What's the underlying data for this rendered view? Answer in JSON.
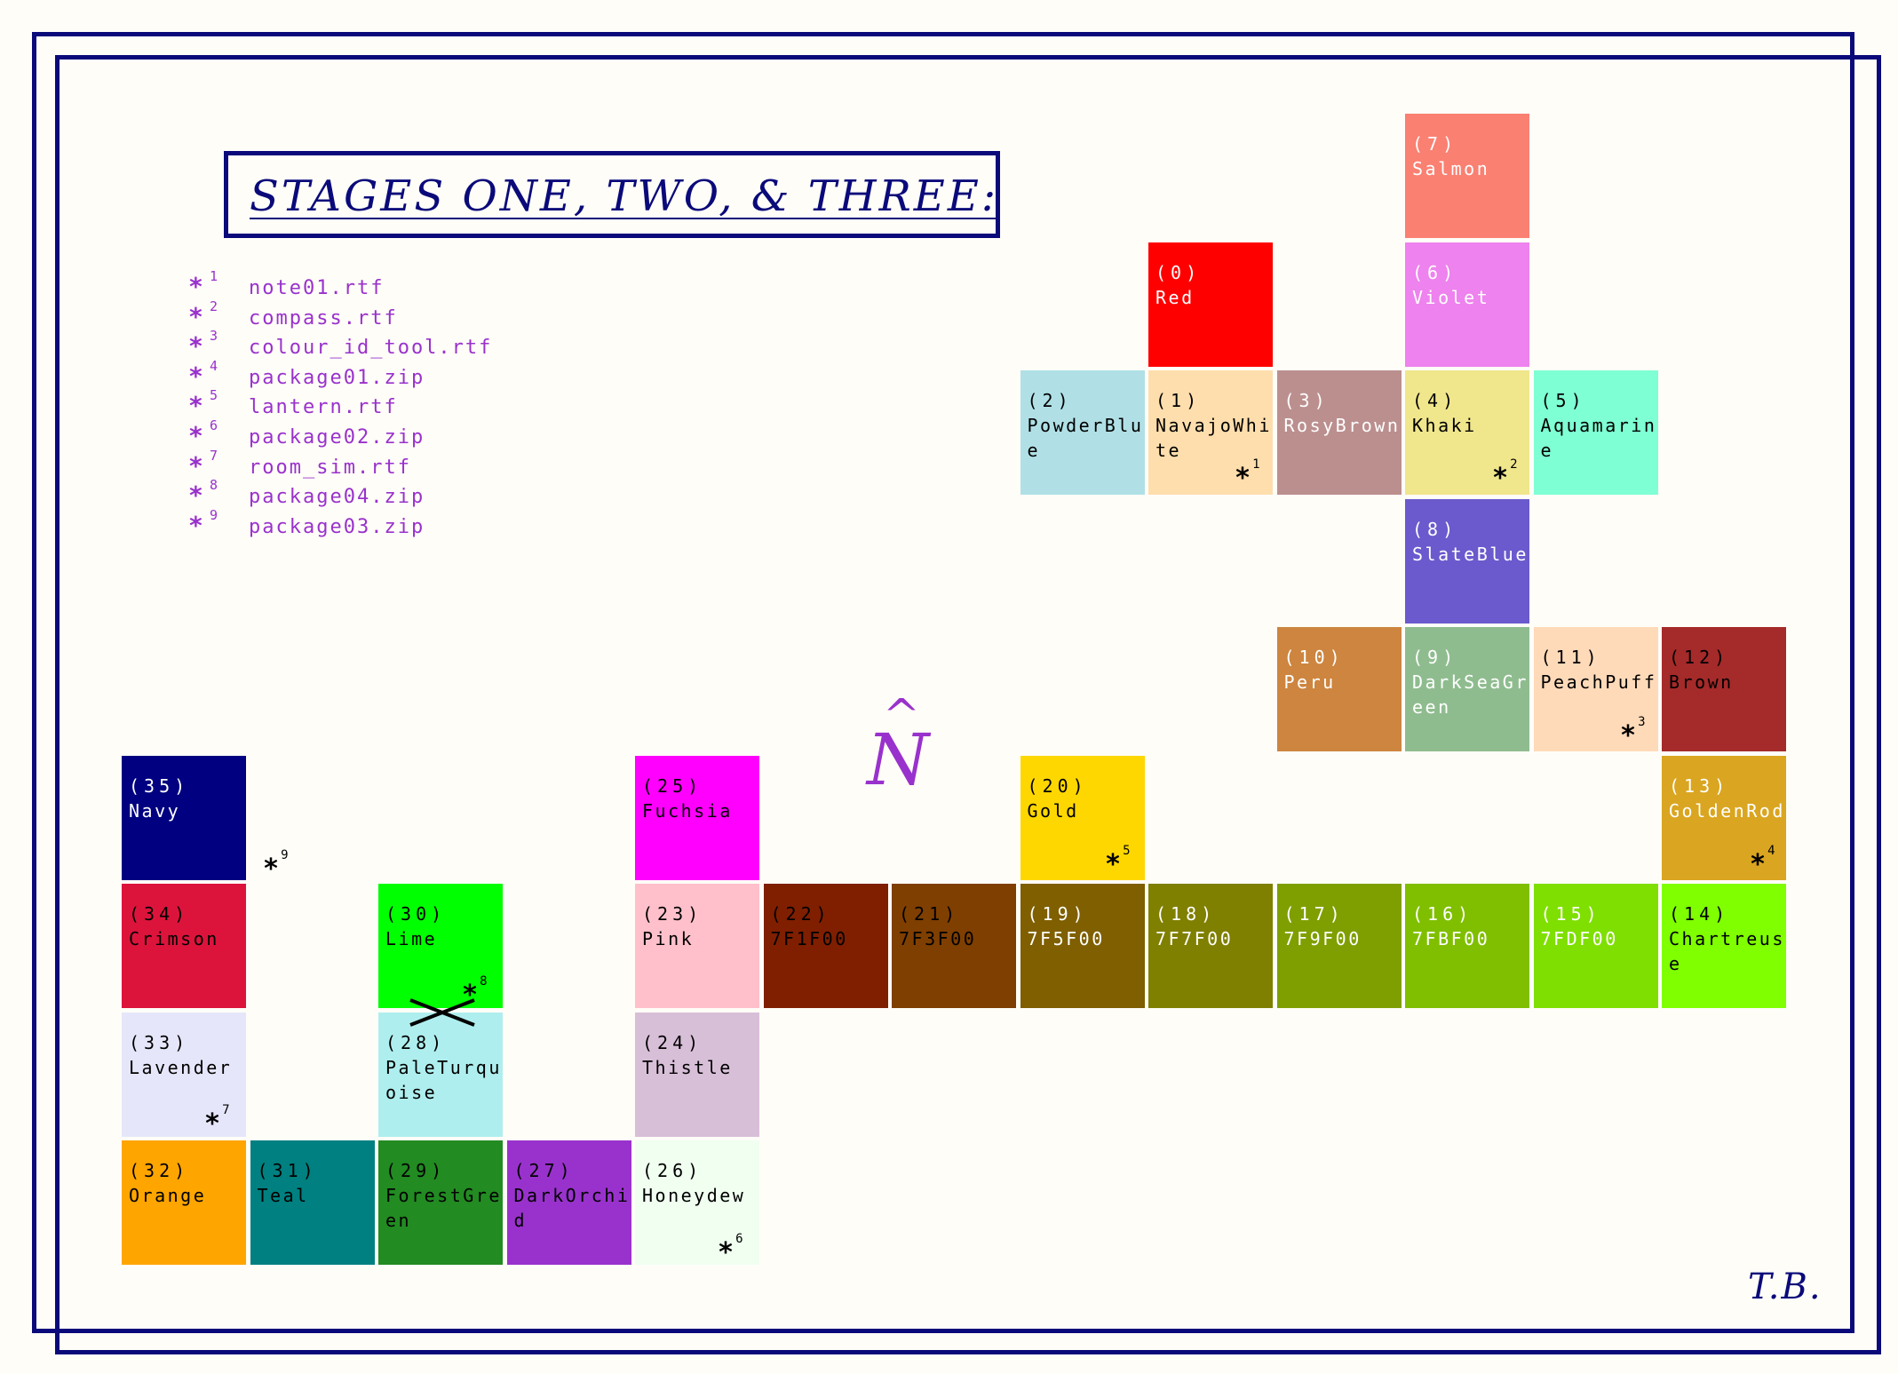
{
  "title": "STAGES ONE, TWO, & THREE:",
  "initials": "T.B.",
  "compass": {
    "letter": "N",
    "hat": "^"
  },
  "colors": {
    "frame": "#0a0a7a",
    "notes": "#9932cc",
    "compass": "#9932cc"
  },
  "notes": [
    {
      "mark": "*",
      "num": "1",
      "file": "note01.rtf"
    },
    {
      "mark": "*",
      "num": "2",
      "file": "compass.rtf"
    },
    {
      "mark": "*",
      "num": "3",
      "file": "colour_id_tool.rtf"
    },
    {
      "mark": "*",
      "num": "4",
      "file": "package01.zip"
    },
    {
      "mark": "*",
      "num": "5",
      "file": "lantern.rtf"
    },
    {
      "mark": "*",
      "num": "6",
      "file": "package02.zip"
    },
    {
      "mark": "*",
      "num": "7",
      "file": "room_sim.rtf"
    },
    {
      "mark": "*",
      "num": "8",
      "file": "package04.zip"
    },
    {
      "mark": "*",
      "num": "9",
      "file": "package03.zip"
    }
  ],
  "tiles": [
    {
      "num": "(0)",
      "name": "Red",
      "color": "#ff0000",
      "text": "#ffffff"
    },
    {
      "num": "(1)",
      "name": "NavajoWhite",
      "color": "#ffdead",
      "text": "#000000"
    },
    {
      "num": "(2)",
      "name": "PowderBlue",
      "color": "#b0e0e6",
      "text": "#000000"
    },
    {
      "num": "(3)",
      "name": "RosyBrown",
      "color": "#bc8f8f",
      "text": "#ffffff"
    },
    {
      "num": "(4)",
      "name": "Khaki",
      "color": "#f0e68c",
      "text": "#000000"
    },
    {
      "num": "(5)",
      "name": "Aquamarine",
      "color": "#7fffd4",
      "text": "#000000"
    },
    {
      "num": "(6)",
      "name": "Violet",
      "color": "#ee82ee",
      "text": "#ffffff"
    },
    {
      "num": "(7)",
      "name": "Salmon",
      "color": "#fa8072",
      "text": "#ffffff"
    },
    {
      "num": "(8)",
      "name": "SlateBlue",
      "color": "#6a5acd",
      "text": "#ffffff"
    },
    {
      "num": "(9)",
      "name": "DarkSeaGreen",
      "color": "#8fbc8f",
      "text": "#ffffff"
    },
    {
      "num": "(10)",
      "name": "Peru",
      "color": "#cd853f",
      "text": "#ffffff"
    },
    {
      "num": "(11)",
      "name": "PeachPuff",
      "color": "#ffdab9",
      "text": "#000000"
    },
    {
      "num": "(12)",
      "name": "Brown",
      "color": "#a52a2a",
      "text": "#000000"
    },
    {
      "num": "(13)",
      "name": "GoldenRod",
      "color": "#daa520",
      "text": "#ffffff"
    },
    {
      "num": "(14)",
      "name": "Chartreuse",
      "color": "#7fff00",
      "text": "#000000"
    },
    {
      "num": "(15)",
      "name": "7FDF00",
      "color": "#7fdf00",
      "text": "#ffffff"
    },
    {
      "num": "(16)",
      "name": "7FBF00",
      "color": "#7fbf00",
      "text": "#ffffff"
    },
    {
      "num": "(17)",
      "name": "7F9F00",
      "color": "#7f9f00",
      "text": "#ffffff"
    },
    {
      "num": "(18)",
      "name": "7F7F00",
      "color": "#7f7f00",
      "text": "#ffffff"
    },
    {
      "num": "(19)",
      "name": "7F5F00",
      "color": "#7f5f00",
      "text": "#ffffff"
    },
    {
      "num": "(20)",
      "name": "Gold",
      "color": "#ffd700",
      "text": "#000000"
    },
    {
      "num": "(21)",
      "name": "7F3F00",
      "color": "#7f3f00",
      "text": "#000000"
    },
    {
      "num": "(22)",
      "name": "7F1F00",
      "color": "#7f1f00",
      "text": "#000000"
    },
    {
      "num": "(23)",
      "name": "Pink",
      "color": "#ffc0cb",
      "text": "#000000"
    },
    {
      "num": "(24)",
      "name": "Thistle",
      "color": "#d8bfd8",
      "text": "#000000"
    },
    {
      "num": "(25)",
      "name": "Fuchsia",
      "color": "#ff00ff",
      "text": "#000000"
    },
    {
      "num": "(26)",
      "name": "Honeydew",
      "color": "#f0fff0",
      "text": "#000000"
    },
    {
      "num": "(27)",
      "name": "DarkOrchid",
      "color": "#9932cc",
      "text": "#000000"
    },
    {
      "num": "(28)",
      "name": "PaleTurquoise",
      "color": "#afeeee",
      "text": "#000000"
    },
    {
      "num": "(29)",
      "name": "ForestGreen",
      "color": "#228b22",
      "text": "#000000"
    },
    {
      "num": "(30)",
      "name": "Lime",
      "color": "#00ff00",
      "text": "#000000"
    },
    {
      "num": "(31)",
      "name": "Teal",
      "color": "#008080",
      "text": "#000000"
    },
    {
      "num": "(32)",
      "name": "Orange",
      "color": "#ffa500",
      "text": "#000000"
    },
    {
      "num": "(33)",
      "name": "Lavender",
      "color": "#e6e6fa",
      "text": "#000000"
    },
    {
      "num": "(34)",
      "name": "Crimson",
      "color": "#dc143c",
      "text": "#000000"
    },
    {
      "num": "(35)",
      "name": "Navy",
      "color": "#000080",
      "text": "#ffffff"
    }
  ],
  "markers": [
    {
      "mark": "*",
      "num": "1"
    },
    {
      "mark": "*",
      "num": "2"
    },
    {
      "mark": "*",
      "num": "3"
    },
    {
      "mark": "*",
      "num": "4"
    },
    {
      "mark": "*",
      "num": "5"
    },
    {
      "mark": "*",
      "num": "6"
    },
    {
      "mark": "*",
      "num": "7"
    },
    {
      "mark": "*",
      "num": "8"
    },
    {
      "mark": "*",
      "num": "9"
    }
  ]
}
